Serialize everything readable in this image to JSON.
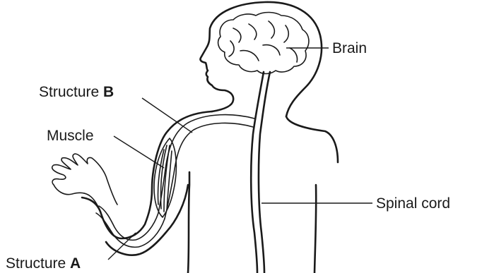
{
  "labels": {
    "brain": "Brain",
    "spinal_cord": "Spinal cord",
    "muscle": "Muscle",
    "structure_b_prefix": "Structure",
    "structure_b_letter": "B",
    "structure_a_prefix": "Structure",
    "structure_a_letter": "A"
  }
}
